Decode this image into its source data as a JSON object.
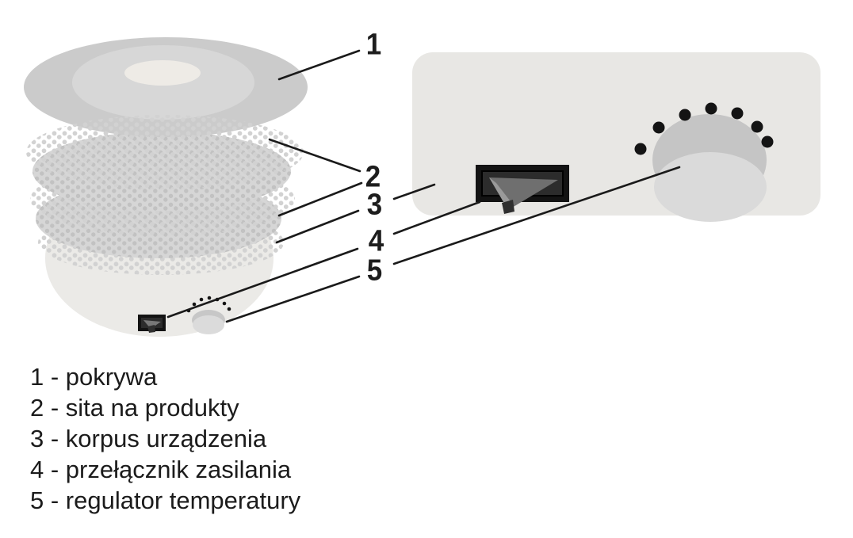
{
  "diagram": {
    "title": "",
    "callouts": [
      {
        "number": "1",
        "part": "pokrywa"
      },
      {
        "number": "2",
        "part": "sita na produkty"
      },
      {
        "number": "3",
        "part": "korpus urządzenia"
      },
      {
        "number": "4",
        "part": "przełącznik zasilania"
      },
      {
        "number": "5",
        "part": "regulator temperatury"
      }
    ],
    "icons": [
      "power-switch-icon",
      "temperature-knob-icon",
      "dryer-lid-shape",
      "mesh-tray-shape"
    ],
    "colors": {
      "background": "#ffffff",
      "leader_line": "#1a1a1a",
      "lid": "#cbcbcb",
      "lid_inner_ring": "#d7d7d7",
      "lid_center": "#eeebe6",
      "tray": "#d6d6d6",
      "tray_dots": "#c2c2c2",
      "mesh_dots": "#d2d2d2",
      "body": "#ebeae7",
      "panel": "#e8e7e4",
      "switch_outer": "#131313",
      "switch_inner": "#2c2c2c",
      "switch_rocker": "#6f6f6f",
      "knob_dark": "#c5c5c5",
      "knob_light": "#dadada",
      "knob_dots": "#141414"
    }
  },
  "legend": {
    "items": [
      {
        "number": "1",
        "label": "pokrywa",
        "text": "1 - pokrywa"
      },
      {
        "number": "2",
        "label": "sita na produkty",
        "text": "2 - sita na produkty"
      },
      {
        "number": "3",
        "label": "korpus urządzenia",
        "text": "3 - korpus urządzenia"
      },
      {
        "number": "4",
        "label": "przełącznik zasilania",
        "text": "4 - przełącznik zasilania"
      },
      {
        "number": "5",
        "label": "regulator temperatury",
        "text": "5 - regulator temperatury"
      }
    ]
  }
}
